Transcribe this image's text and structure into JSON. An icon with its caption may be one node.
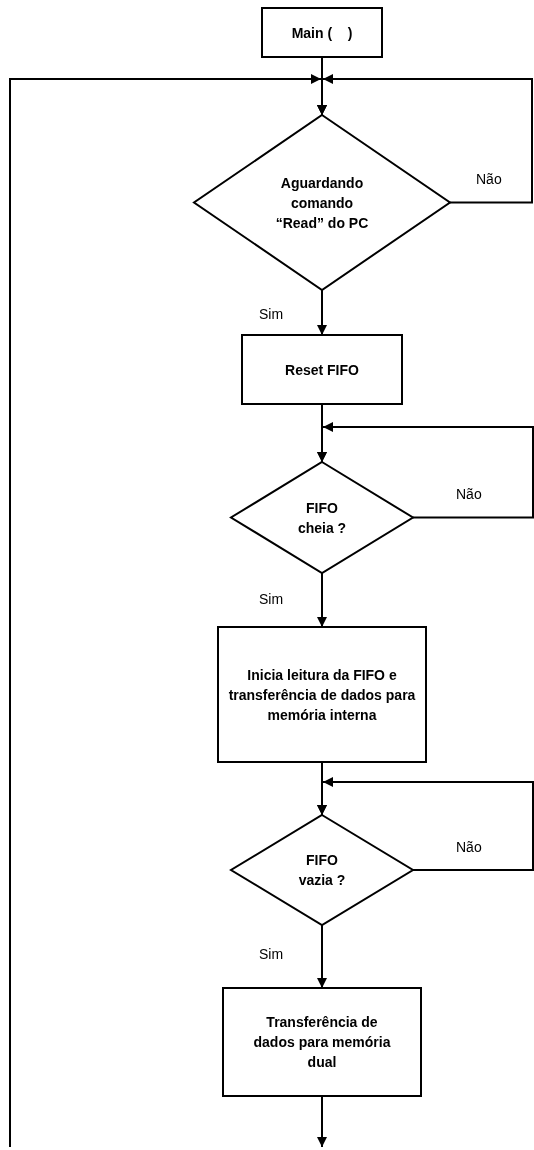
{
  "diagram": {
    "nodes": [
      {
        "text": [
          "Main (    )"
        ]
      },
      {
        "text": [
          "Aguardando comando “Read” do PC"
        ]
      },
      {
        "text": [
          "Reset FIFO"
        ]
      },
      {
        "text": [
          "FIFO cheia ?"
        ]
      },
      {
        "text": [
          "Inicia leitura da FIFO e transferência de dados para memória interna"
        ]
      },
      {
        "text": [
          "FIFO vazia ?"
        ]
      },
      {
        "text": [
          "Transferência de dados para memória dual"
        ]
      }
    ],
    "edges": [
      {
        "from": 0,
        "to": 1,
        "arrow": "to"
      },
      {
        "from": 1,
        "to": 1,
        "arrow": "to",
        "label": "Não"
      },
      {
        "from": null,
        "to": 1,
        "arrow": "to"
      },
      {
        "from": 1,
        "to": 2,
        "arrow": "to",
        "label": "Sim"
      },
      {
        "from": 2,
        "to": 3,
        "arrow": "to"
      },
      {
        "from": 3,
        "to": 3,
        "arrow": "to",
        "label": "Não"
      },
      {
        "from": 3,
        "to": 4,
        "arrow": "to",
        "label": "Sim"
      },
      {
        "from": 4,
        "to": 5,
        "arrow": "to"
      },
      {
        "from": 5,
        "to": 5,
        "arrow": "to",
        "label": "Não"
      },
      {
        "from": 5,
        "to": 6,
        "arrow": "to",
        "label": "Sim"
      },
      {
        "from": 6,
        "to": null,
        "arrow": "to"
      }
    ]
  }
}
